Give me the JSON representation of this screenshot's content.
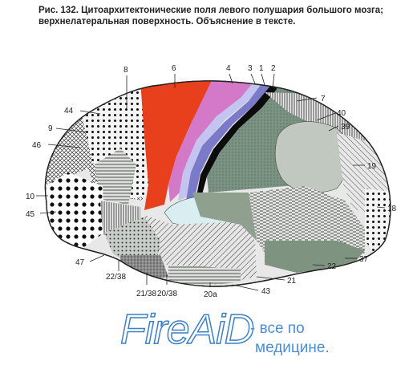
{
  "caption": {
    "line1": "Рис. 132. Цитоархитектонические поля левого полушария большого мозга;",
    "line2": "верхнелатеральная поверхность. Объяснение в тексте."
  },
  "area_labels": {
    "a8": "8",
    "a6": "6",
    "a4": "4",
    "a3": "3",
    "a1": "1",
    "a2": "2",
    "a44": "44",
    "a7": "7",
    "a40": "40",
    "a9": "9",
    "a39": "39",
    "a46": "46",
    "a19": "19",
    "a10": "10",
    "a18": "18",
    "a45": "45",
    "a47": "47",
    "a37": "37",
    "a22": "22",
    "a22_38": "22/38",
    "a21": "21",
    "a21_38": "21/38",
    "a20_38": "20/38",
    "a20a": "20а",
    "a43": "43"
  },
  "watermark": {
    "brand": "FireAiD",
    "tagline_line1": "- все по",
    "tagline_line2": "медицине."
  },
  "colors": {
    "area6": "#e8401c",
    "area4": "#d478c8",
    "area3": "#a8a8e8",
    "area1": "#7a7ac8",
    "area2": "#0c0c0c",
    "olive_fields": "#7e9480",
    "light_fields": "#c0c8c0",
    "insular_light": "#d8eef0",
    "watermark_blue": "#3d7fc4"
  }
}
